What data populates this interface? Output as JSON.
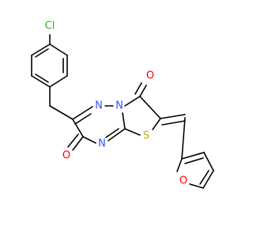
{
  "molecule": {
    "atoms": {
      "chlorine": "Cl",
      "oxygen_top": "O",
      "oxygen_bottom": "O",
      "oxygen_furan": "O",
      "nitrogen_1": "N",
      "nitrogen_2": "N",
      "nitrogen_3": "N",
      "sulfur": "S"
    },
    "colors": {
      "bond": "#000000",
      "carbon": "#000000",
      "chlorine": "#33aa33",
      "oxygen": "#ff0000",
      "nitrogen": "#3050f8",
      "sulfur": "#b8b800"
    }
  }
}
